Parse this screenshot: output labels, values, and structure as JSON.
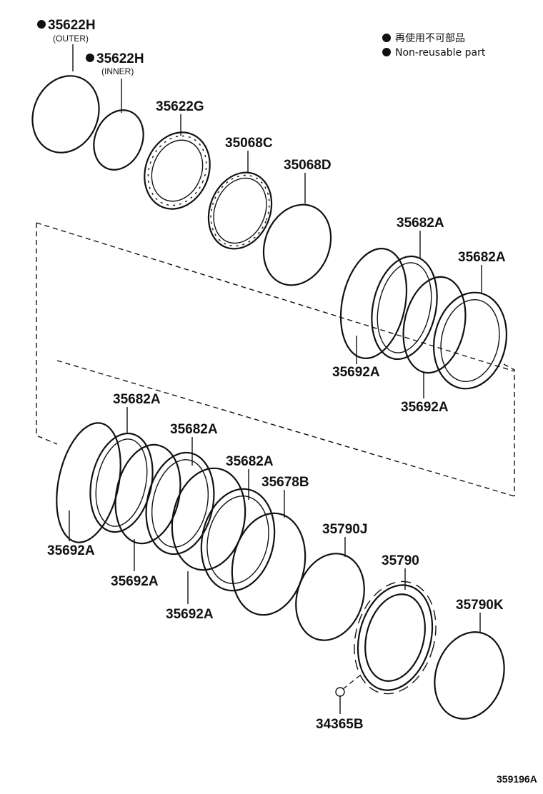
{
  "legend": {
    "line1": "再使用不可部品",
    "line2": "Non-reusable part"
  },
  "parts": {
    "p35622h_outer": "35622H",
    "p35622h_outer_note": "(OUTER)",
    "p35622h_inner": "35622H",
    "p35622h_inner_note": "(INNER)",
    "p35622g": "35622G",
    "p35068c": "35068C",
    "p35068d": "35068D",
    "p35682a_top1": "35682A",
    "p35682a_top2": "35682A",
    "p35692a_top1": "35692A",
    "p35692a_top2": "35692A",
    "p35682a_mid1": "35682A",
    "p35682a_mid2": "35682A",
    "p35682a_mid3": "35682A",
    "p35678b": "35678B",
    "p35692a_bot1": "35692A",
    "p35692a_bot2": "35692A",
    "p35692a_bot3": "35692A",
    "p35790j": "35790J",
    "p35790": "35790",
    "p35790k": "35790K",
    "p34365b": "34365B"
  },
  "figure_id": "359196A"
}
